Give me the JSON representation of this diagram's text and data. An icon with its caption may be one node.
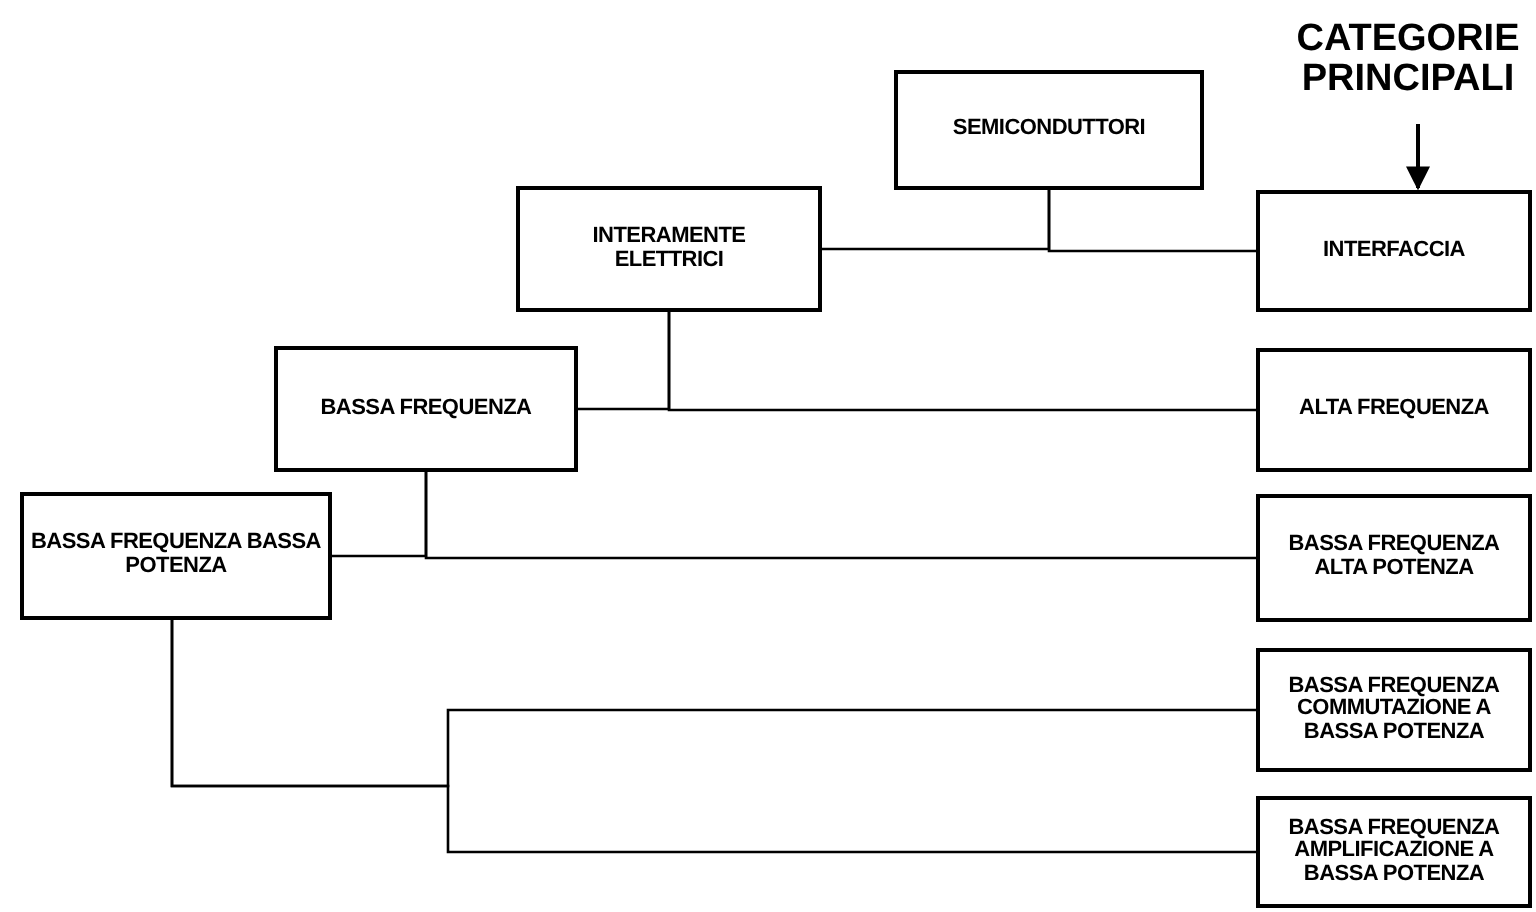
{
  "diagram": {
    "nodes": [
      {
        "text": [
          "CATEGORIE PRINCIPALI"
        ]
      },
      {
        "text": [
          "SEMICONDUTTORI"
        ]
      },
      {
        "text": [
          "INTERAMENTE ELETTRICI"
        ]
      },
      {
        "text": [
          "INTERFACCIA"
        ]
      },
      {
        "text": [
          "BASSA FREQUENZA"
        ]
      },
      {
        "text": [
          "ALTA FREQUENZA"
        ]
      },
      {
        "text": [
          "BASSA FREQUENZA BASSA POTENZA"
        ]
      },
      {
        "text": [
          "BASSA FREQUENZA ALTA POTENZA"
        ]
      },
      {
        "text": [
          "BASSA FREQUENZA COMMUTAZIONE A BASSA POTENZA"
        ]
      },
      {
        "text": [
          "BASSA FREQUENZA AMPLIFICAZIONE A BASSA POTENZA"
        ]
      }
    ],
    "edges": [
      {
        "from": 0,
        "to": 3,
        "arrow": "to"
      },
      {
        "from": 1,
        "to": 2,
        "arrow": "none"
      },
      {
        "from": 1,
        "to": 3,
        "arrow": "none"
      },
      {
        "from": 2,
        "to": 4,
        "arrow": "none"
      },
      {
        "from": 2,
        "to": 5,
        "arrow": "none"
      },
      {
        "from": 4,
        "to": 6,
        "arrow": "none"
      },
      {
        "from": 4,
        "to": 7,
        "arrow": "none"
      },
      {
        "from": 6,
        "to": 8,
        "arrow": "none"
      },
      {
        "from": 6,
        "to": 9,
        "arrow": "none"
      }
    ]
  }
}
